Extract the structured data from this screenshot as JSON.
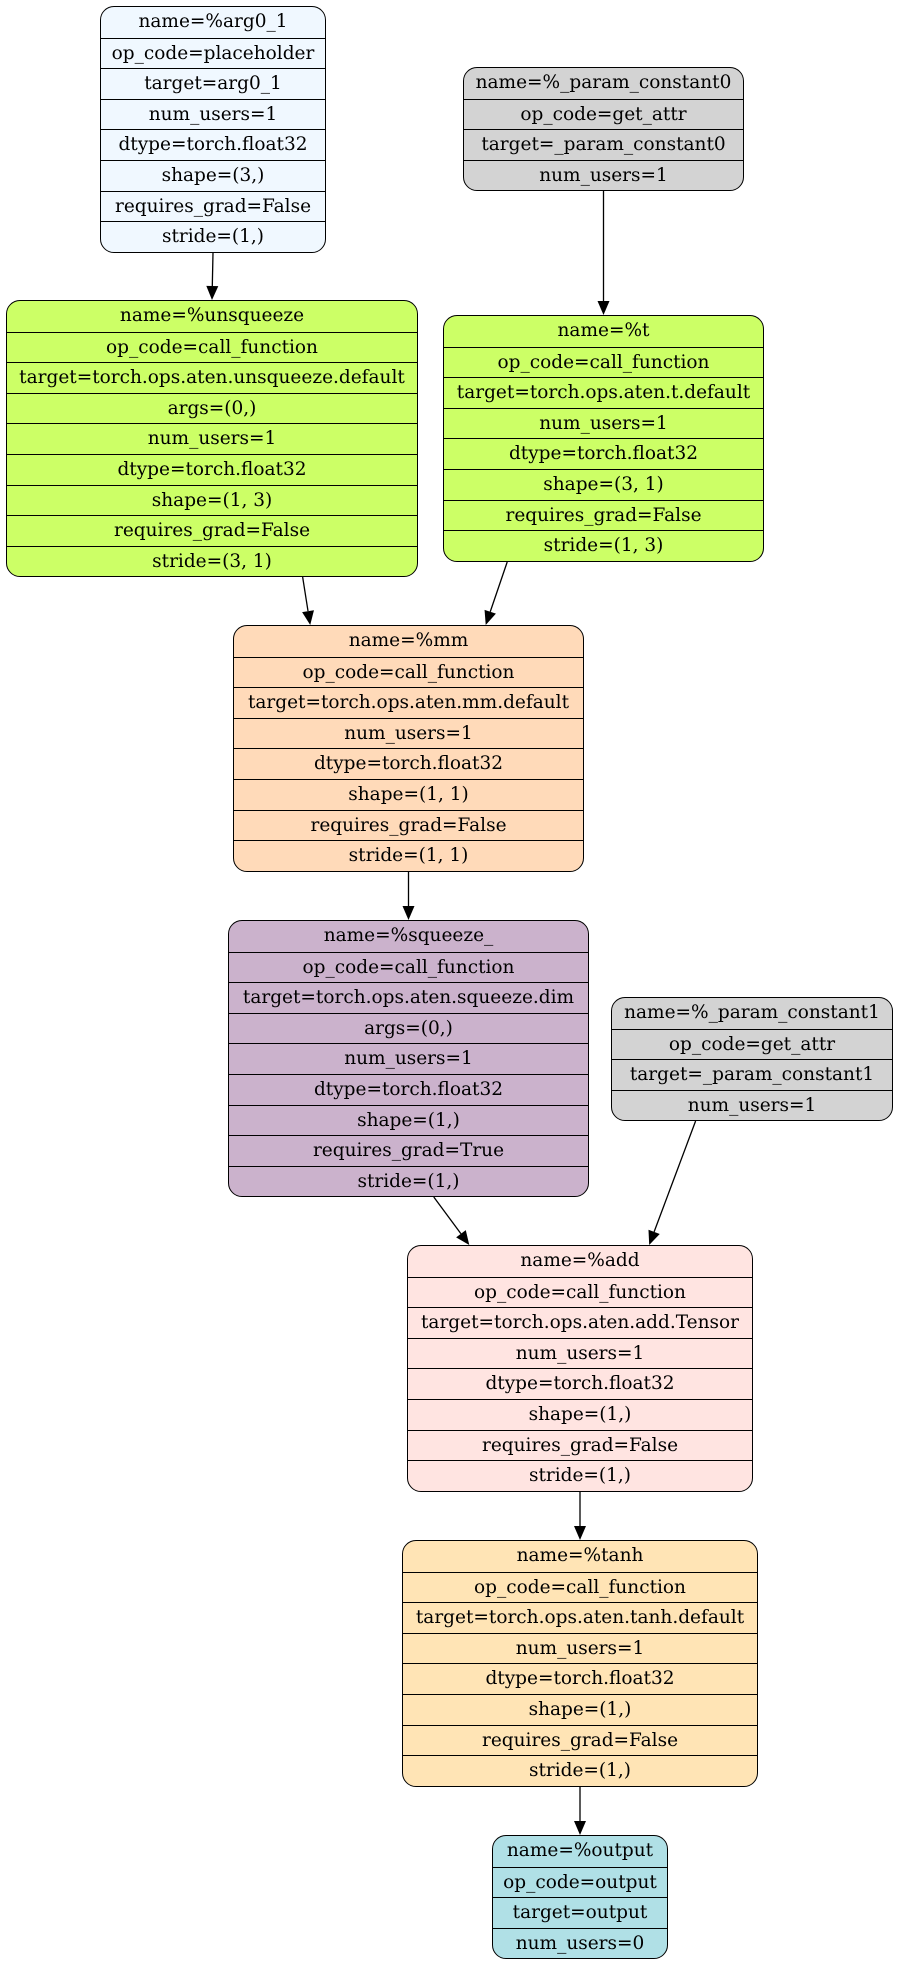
{
  "nodes": {
    "arg0_1": {
      "color": "#f0f8ff",
      "rows": [
        "name=%arg0_1",
        "op_code=placeholder",
        "target=arg0_1",
        "num_users=1",
        "dtype=torch.float32",
        "shape=(3,)",
        "requires_grad=False",
        "stride=(1,)"
      ]
    },
    "param_constant0": {
      "color": "#d3d3d3",
      "rows": [
        "name=%_param_constant0",
        "op_code=get_attr",
        "target=_param_constant0",
        "num_users=1"
      ]
    },
    "unsqueeze": {
      "color": "#ccff66",
      "rows": [
        "name=%unsqueeze",
        "op_code=call_function",
        "target=torch.ops.aten.unsqueeze.default",
        "args=(0,)",
        "num_users=1",
        "dtype=torch.float32",
        "shape=(1, 3)",
        "requires_grad=False",
        "stride=(3, 1)"
      ]
    },
    "t": {
      "color": "#ccff66",
      "rows": [
        "name=%t",
        "op_code=call_function",
        "target=torch.ops.aten.t.default",
        "num_users=1",
        "dtype=torch.float32",
        "shape=(3, 1)",
        "requires_grad=False",
        "stride=(1, 3)"
      ]
    },
    "mm": {
      "color": "#ffdab9",
      "rows": [
        "name=%mm",
        "op_code=call_function",
        "target=torch.ops.aten.mm.default",
        "num_users=1",
        "dtype=torch.float32",
        "shape=(1, 1)",
        "requires_grad=False",
        "stride=(1, 1)"
      ]
    },
    "squeeze": {
      "color": "#cbb2cc",
      "rows": [
        "name=%squeeze_",
        "op_code=call_function",
        "target=torch.ops.aten.squeeze.dim",
        "args=(0,)",
        "num_users=1",
        "dtype=torch.float32",
        "shape=(1,)",
        "requires_grad=True",
        "stride=(1,)"
      ]
    },
    "param_constant1": {
      "color": "#d3d3d3",
      "rows": [
        "name=%_param_constant1",
        "op_code=get_attr",
        "target=_param_constant1",
        "num_users=1"
      ]
    },
    "add": {
      "color": "#ffe4e1",
      "rows": [
        "name=%add",
        "op_code=call_function",
        "target=torch.ops.aten.add.Tensor",
        "num_users=1",
        "dtype=torch.float32",
        "shape=(1,)",
        "requires_grad=False",
        "stride=(1,)"
      ]
    },
    "tanh": {
      "color": "#ffe4b5",
      "rows": [
        "name=%tanh",
        "op_code=call_function",
        "target=torch.ops.aten.tanh.default",
        "num_users=1",
        "dtype=torch.float32",
        "shape=(1,)",
        "requires_grad=False",
        "stride=(1,)"
      ]
    },
    "output": {
      "color": "#b0e0e6",
      "rows": [
        "name=%output",
        "op_code=output",
        "target=output",
        "num_users=0"
      ]
    }
  },
  "edges": [
    {
      "from": "arg0_1",
      "to": "unsqueeze"
    },
    {
      "from": "param_constant0",
      "to": "t"
    },
    {
      "from": "unsqueeze",
      "to": "mm"
    },
    {
      "from": "t",
      "to": "mm"
    },
    {
      "from": "mm",
      "to": "squeeze"
    },
    {
      "from": "squeeze",
      "to": "add"
    },
    {
      "from": "param_constant1",
      "to": "add"
    },
    {
      "from": "add",
      "to": "tanh"
    },
    {
      "from": "tanh",
      "to": "output"
    }
  ]
}
